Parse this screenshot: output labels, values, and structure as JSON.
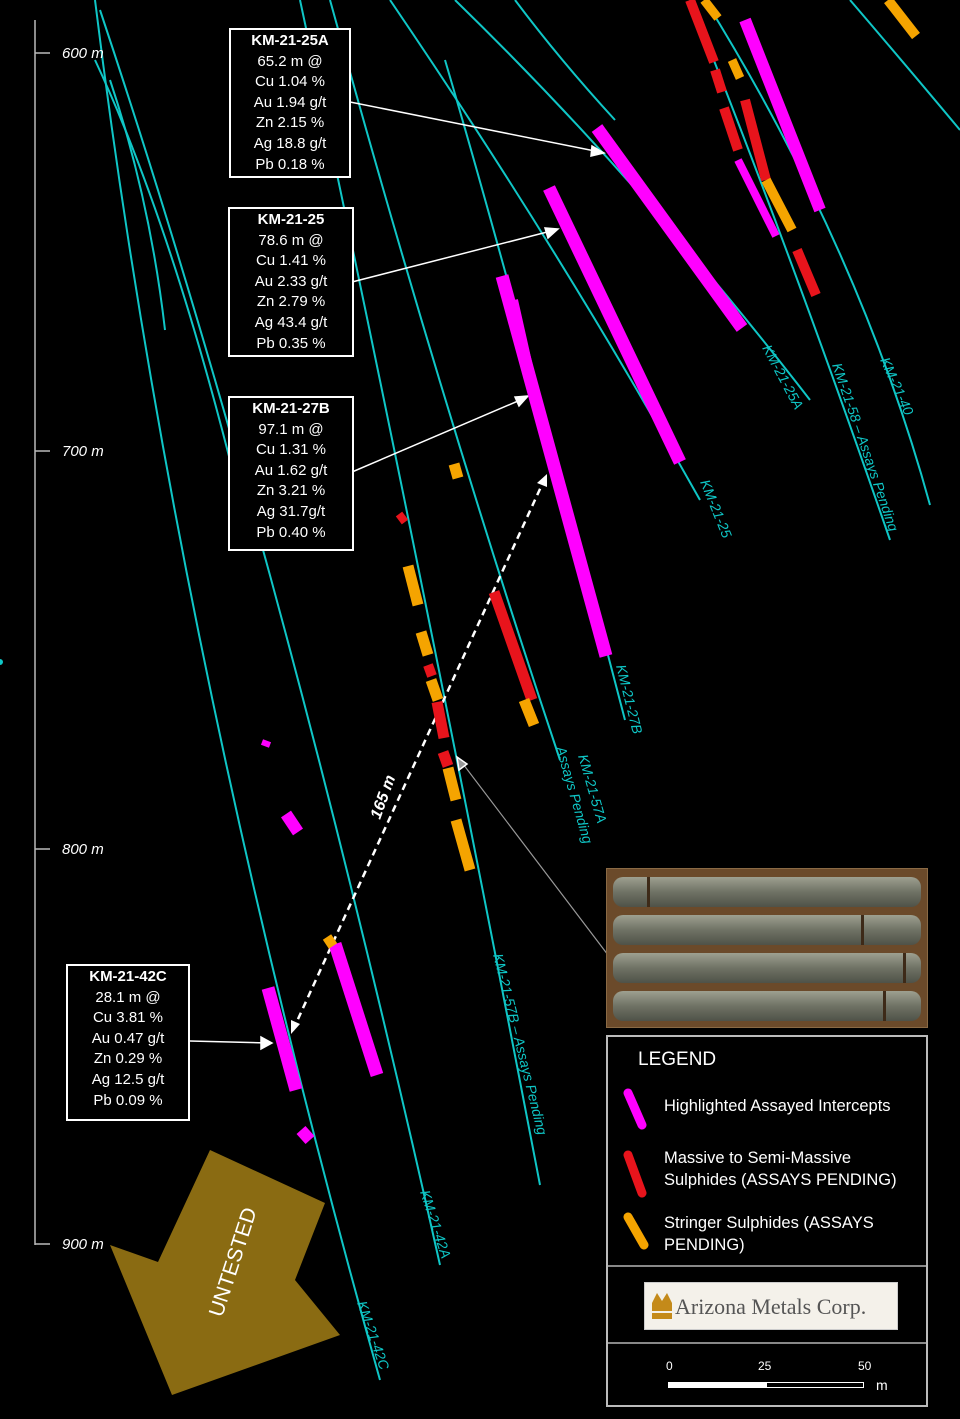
{
  "depth_axis": {
    "labels": [
      "600 m",
      "700 m",
      "800 m",
      "900 m"
    ]
  },
  "callouts": [
    {
      "hole": "KM-21-25A",
      "lines": [
        "65.2 m @",
        "Cu 1.04 %",
        "Au 1.94 g/t",
        "Zn 2.15 %",
        "Ag 18.8 g/t",
        "Pb 0.18 %"
      ]
    },
    {
      "hole": "KM-21-25",
      "lines": [
        "78.6 m @",
        "Cu 1.41 %",
        "Au 2.33 g/t",
        "Zn 2.79 %",
        "Ag 43.4 g/t",
        "Pb 0.35 %"
      ]
    },
    {
      "hole": "KM-21-27B",
      "lines": [
        "97.1 m @",
        "Cu 1.31 %",
        "Au 1.62 g/t",
        "Zn 3.21 %",
        "Ag 31.7g/t",
        "Pb 0.40 %"
      ]
    },
    {
      "hole": "KM-21-42C",
      "lines": [
        "28.1 m @",
        "Cu 3.81 %",
        "Au 0.47 g/t",
        "Zn 0.29 %",
        "Ag 12.5 g/t",
        "Pb 0.09 %"
      ]
    }
  ],
  "hole_labels": {
    "h25a": "KM-21-25A",
    "h58": "KM-21-58 – Assays Pending",
    "h40": "KM-21-40",
    "h25": "KM-21-25",
    "h27b": "KM-21-27B",
    "h57a_1": "KM-21-57A",
    "h57a_2": "Assays Pending",
    "h57b": "KM-21-57B – Assays Pending",
    "h42a": "KM-21-42A",
    "h42c": "KM-21-42C"
  },
  "distance_label": "165 m",
  "untested_label": "UNTESTED",
  "legend": {
    "title": "LEGEND",
    "items": [
      {
        "label": "Highlighted Assayed Intercepts",
        "color": "#ff00ff"
      },
      {
        "label": "Massive to Semi-Massive Sulphides (ASSAYS PENDING)",
        "color": "#e8141c"
      },
      {
        "label": "Stringer Sulphides (ASSAYS PENDING)",
        "color": "#f5a400"
      }
    ],
    "company": "Arizona Metals Corp.",
    "scale": {
      "ticks": [
        "0",
        "25",
        "50"
      ],
      "unit": "m"
    }
  },
  "colors": {
    "drill_trace": "#0fc6c6",
    "intercept": "#ff00ff",
    "massive": "#e8141c",
    "stringer": "#f5a400",
    "untested_arrow": "#8a6b12"
  }
}
